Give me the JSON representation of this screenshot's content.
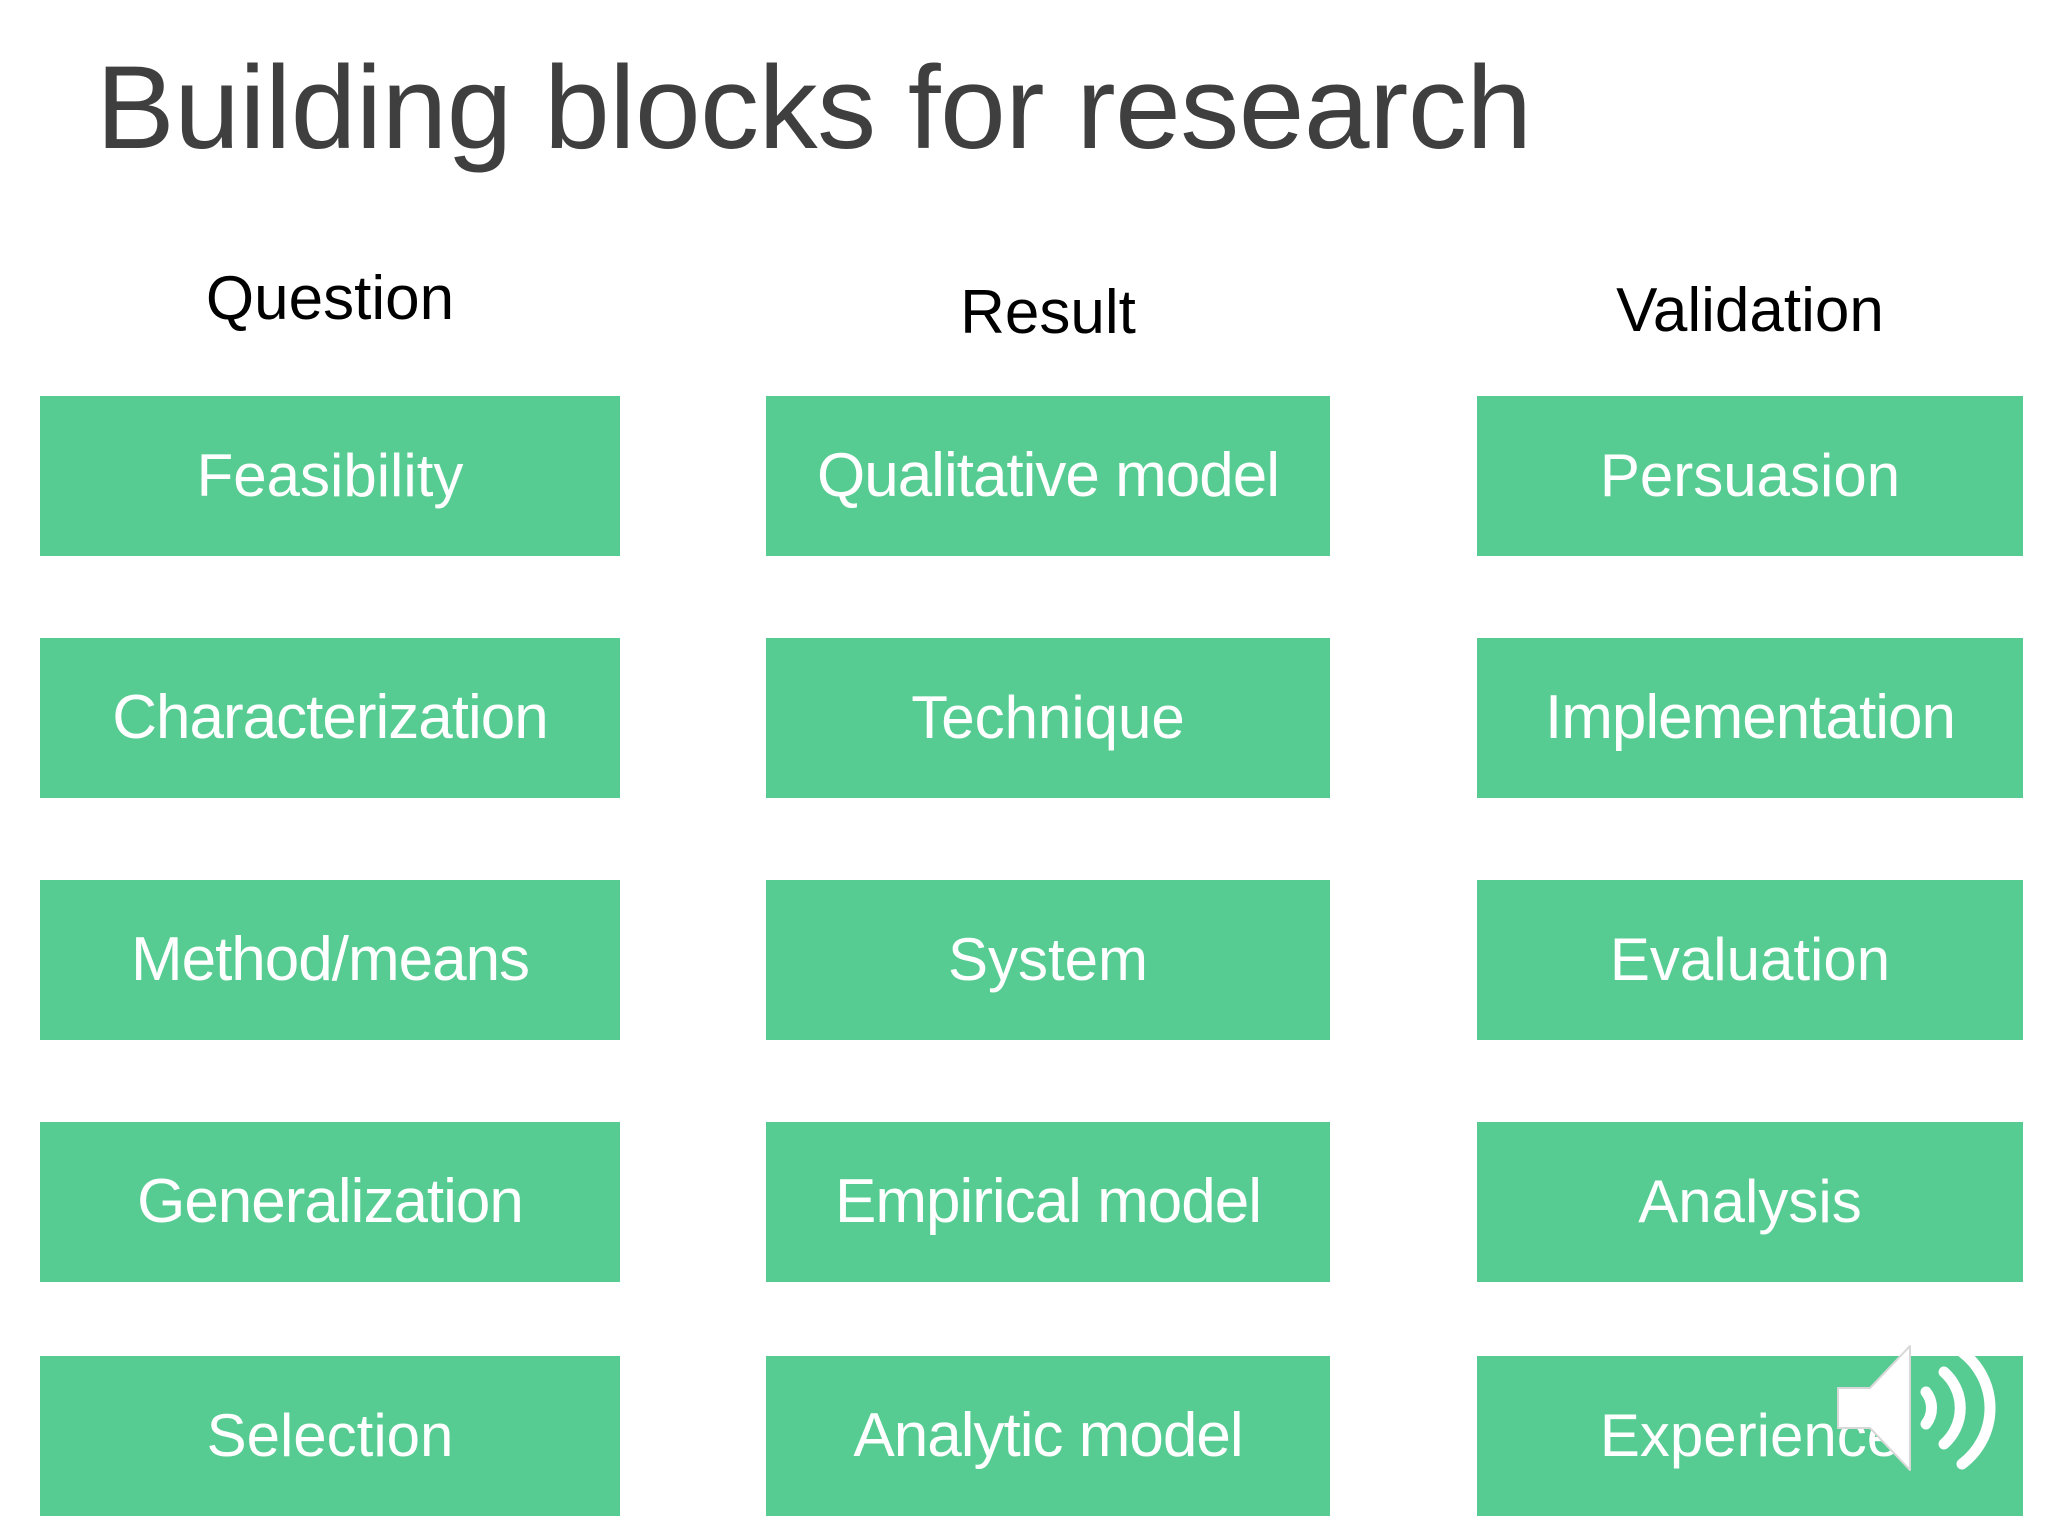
{
  "slide": {
    "title": "Building blocks for research",
    "background_color": "#ffffff",
    "title_color": "#3f3f3f",
    "block_color": "#56cc92",
    "block_text_color": "#ffffff",
    "header_color": "#000000"
  },
  "columns": [
    {
      "header": "Question",
      "items": [
        "Feasibility",
        "Characterization",
        "Method/means",
        "Generalization",
        "Selection"
      ]
    },
    {
      "header": "Result",
      "items": [
        "Qualitative model",
        "Technique",
        "System",
        "Empirical model",
        "Analytic model"
      ]
    },
    {
      "header": "Validation",
      "items": [
        "Persuasion",
        "Implementation",
        "Evaluation",
        "Analysis",
        "Experience"
      ]
    }
  ],
  "media": {
    "audio_icon_name": "speaker-audio-icon"
  }
}
